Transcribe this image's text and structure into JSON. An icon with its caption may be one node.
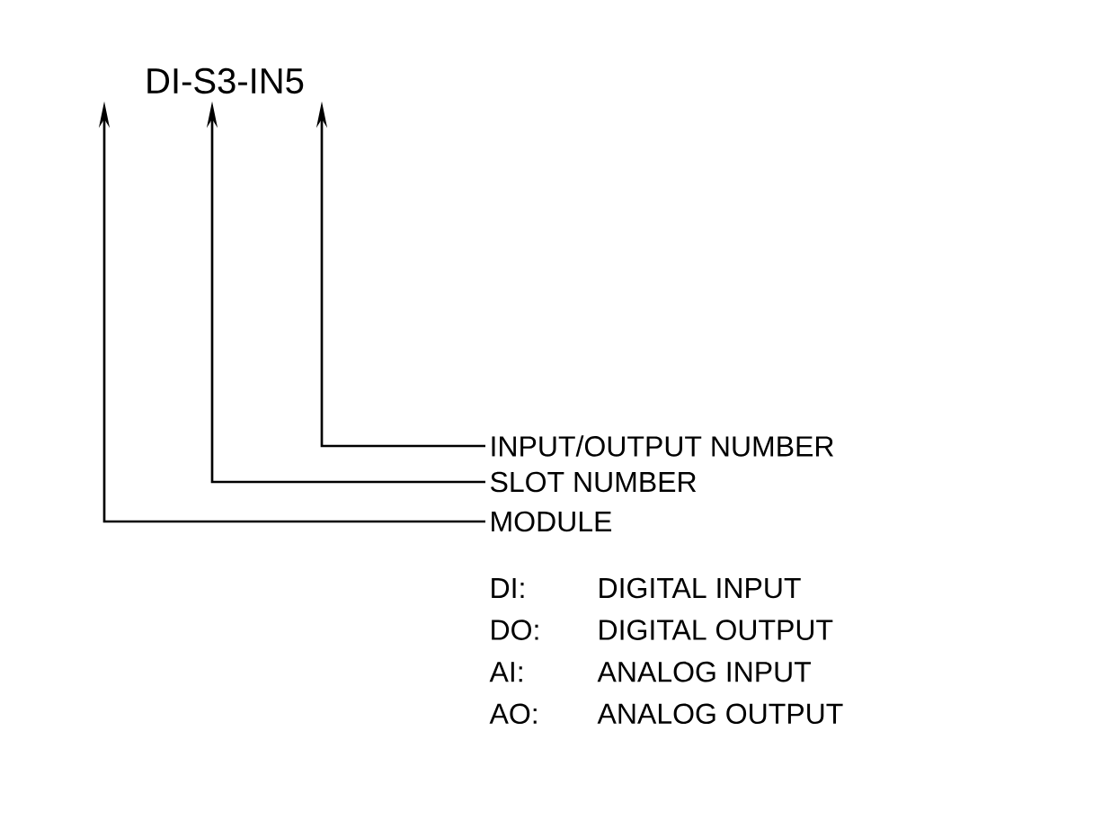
{
  "diagram": {
    "nodes": [
      {
        "text": [
          "DI-S3-IN5"
        ]
      },
      {
        "text": [
          "INPUT/OUTPUT NUMBER"
        ]
      },
      {
        "text": [
          "SLOT NUMBER"
        ]
      },
      {
        "text": [
          "MODULE"
        ]
      }
    ],
    "edges": [
      {
        "from": 1,
        "to": 0,
        "arrow": "to"
      },
      {
        "from": 2,
        "to": 0,
        "arrow": "to"
      },
      {
        "from": 3,
        "to": 0,
        "arrow": "to"
      }
    ],
    "labels": [
      "DI:",
      "DIGITAL INPUT",
      "DO:",
      "DIGITAL OUTPUT",
      "AI:",
      "ANALOG INPUT",
      "AO:",
      "ANALOG OUTPUT"
    ]
  }
}
